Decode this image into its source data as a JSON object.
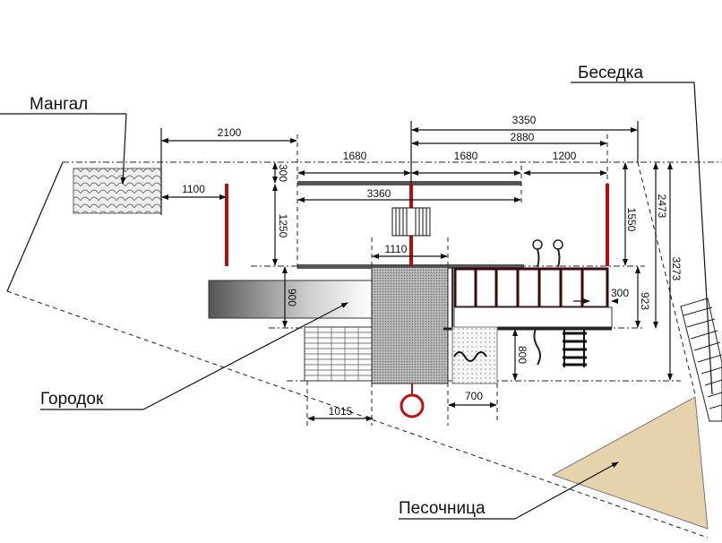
{
  "labels": {
    "mangal": "Мангал",
    "besedka": "Беседка",
    "gorodok": "Городок",
    "pesochnitsa": "Песочница"
  },
  "dimensions": {
    "d2100": "2100",
    "d1100": "1100",
    "d300_top": "300",
    "d1250": "1250",
    "d1680_left": "1680",
    "d1680_right": "1680",
    "d1200": "1200",
    "d3360": "3360",
    "d3350": "3350",
    "d2880": "2880",
    "d1110": "1110",
    "d1550": "1550",
    "d2473": "2473",
    "d3273": "3273",
    "d900": "900",
    "d300_right": "300",
    "d923": "923",
    "d800": "800",
    "d700": "700",
    "d1015": "1015"
  },
  "colors": {
    "poles": "#b01010",
    "sandbox": "#e6d2ad",
    "tower": "#a8a8a8"
  }
}
